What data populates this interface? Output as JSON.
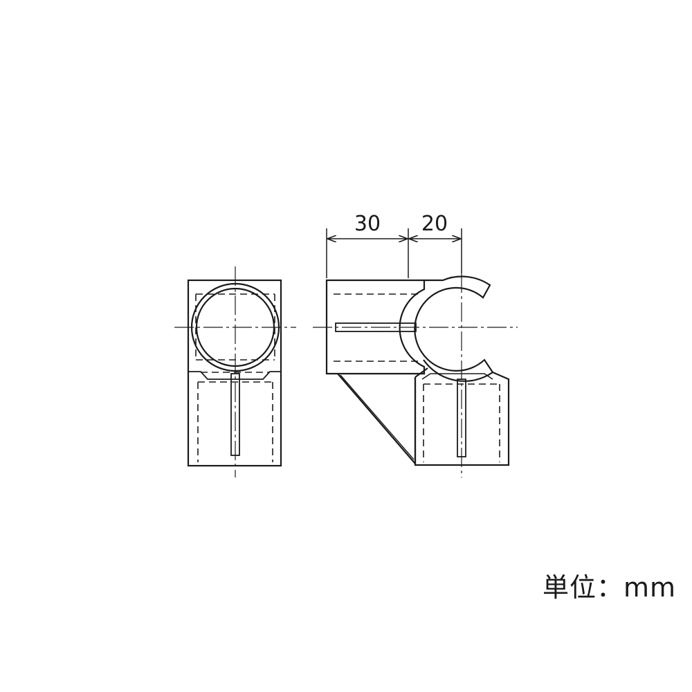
{
  "dimensions": {
    "left": "30",
    "right": "20"
  },
  "unit_label": "単位：mm"
}
